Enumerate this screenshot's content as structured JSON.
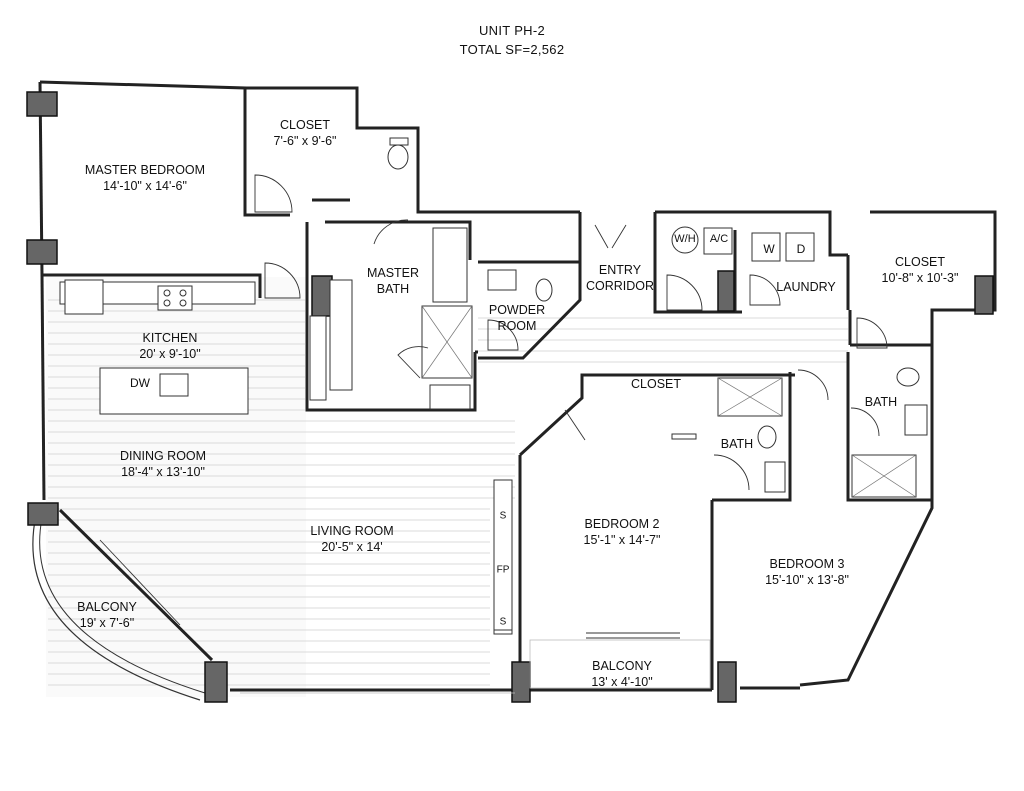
{
  "header": {
    "unit": "UNIT PH-2",
    "total": "TOTAL SF=2,562"
  },
  "rooms": {
    "master_bedroom": {
      "name": "MASTER BEDROOM",
      "dim": "14'-10\" x 14'-6\""
    },
    "closet_master": {
      "name": "CLOSET",
      "dim": "7'-6\" x 9'-6\""
    },
    "master_bath": {
      "name1": "MASTER",
      "name2": "BATH"
    },
    "powder_room": {
      "name1": "POWDER",
      "name2": "ROOM"
    },
    "entry_corridor": {
      "name1": "ENTRY",
      "name2": "CORRIDOR"
    },
    "laundry": {
      "name": "LAUNDRY"
    },
    "closet_right": {
      "name": "CLOSET",
      "dim": "10'-8\" x 10'-3\""
    },
    "kitchen": {
      "name": "KITCHEN",
      "dim": "20' x 9'-10\""
    },
    "dining_room": {
      "name": "DINING ROOM",
      "dim": "18'-4\" x 13'-10\""
    },
    "living_room": {
      "name": "LIVING ROOM",
      "dim": "20'-5\" x 14'"
    },
    "balcony_left": {
      "name": "BALCONY",
      "dim": "19' x 7'-6\""
    },
    "closet_bed2": {
      "name": "CLOSET"
    },
    "bath_2": {
      "name": "BATH"
    },
    "bath_3": {
      "name": "BATH"
    },
    "bedroom_2": {
      "name": "BEDROOM 2",
      "dim": "15'-1\" x 14'-7\""
    },
    "bedroom_3": {
      "name": "BEDROOM 3",
      "dim": "15'-10\" x 13'-8\""
    },
    "balcony_bottom": {
      "name": "BALCONY",
      "dim": "13' x 4'-10\""
    }
  },
  "fixtures": {
    "dw": "DW",
    "wh": "W/H",
    "ac": "A/C",
    "w": "W",
    "d": "D",
    "s1": "S",
    "s2": "S",
    "fp": "FP"
  }
}
